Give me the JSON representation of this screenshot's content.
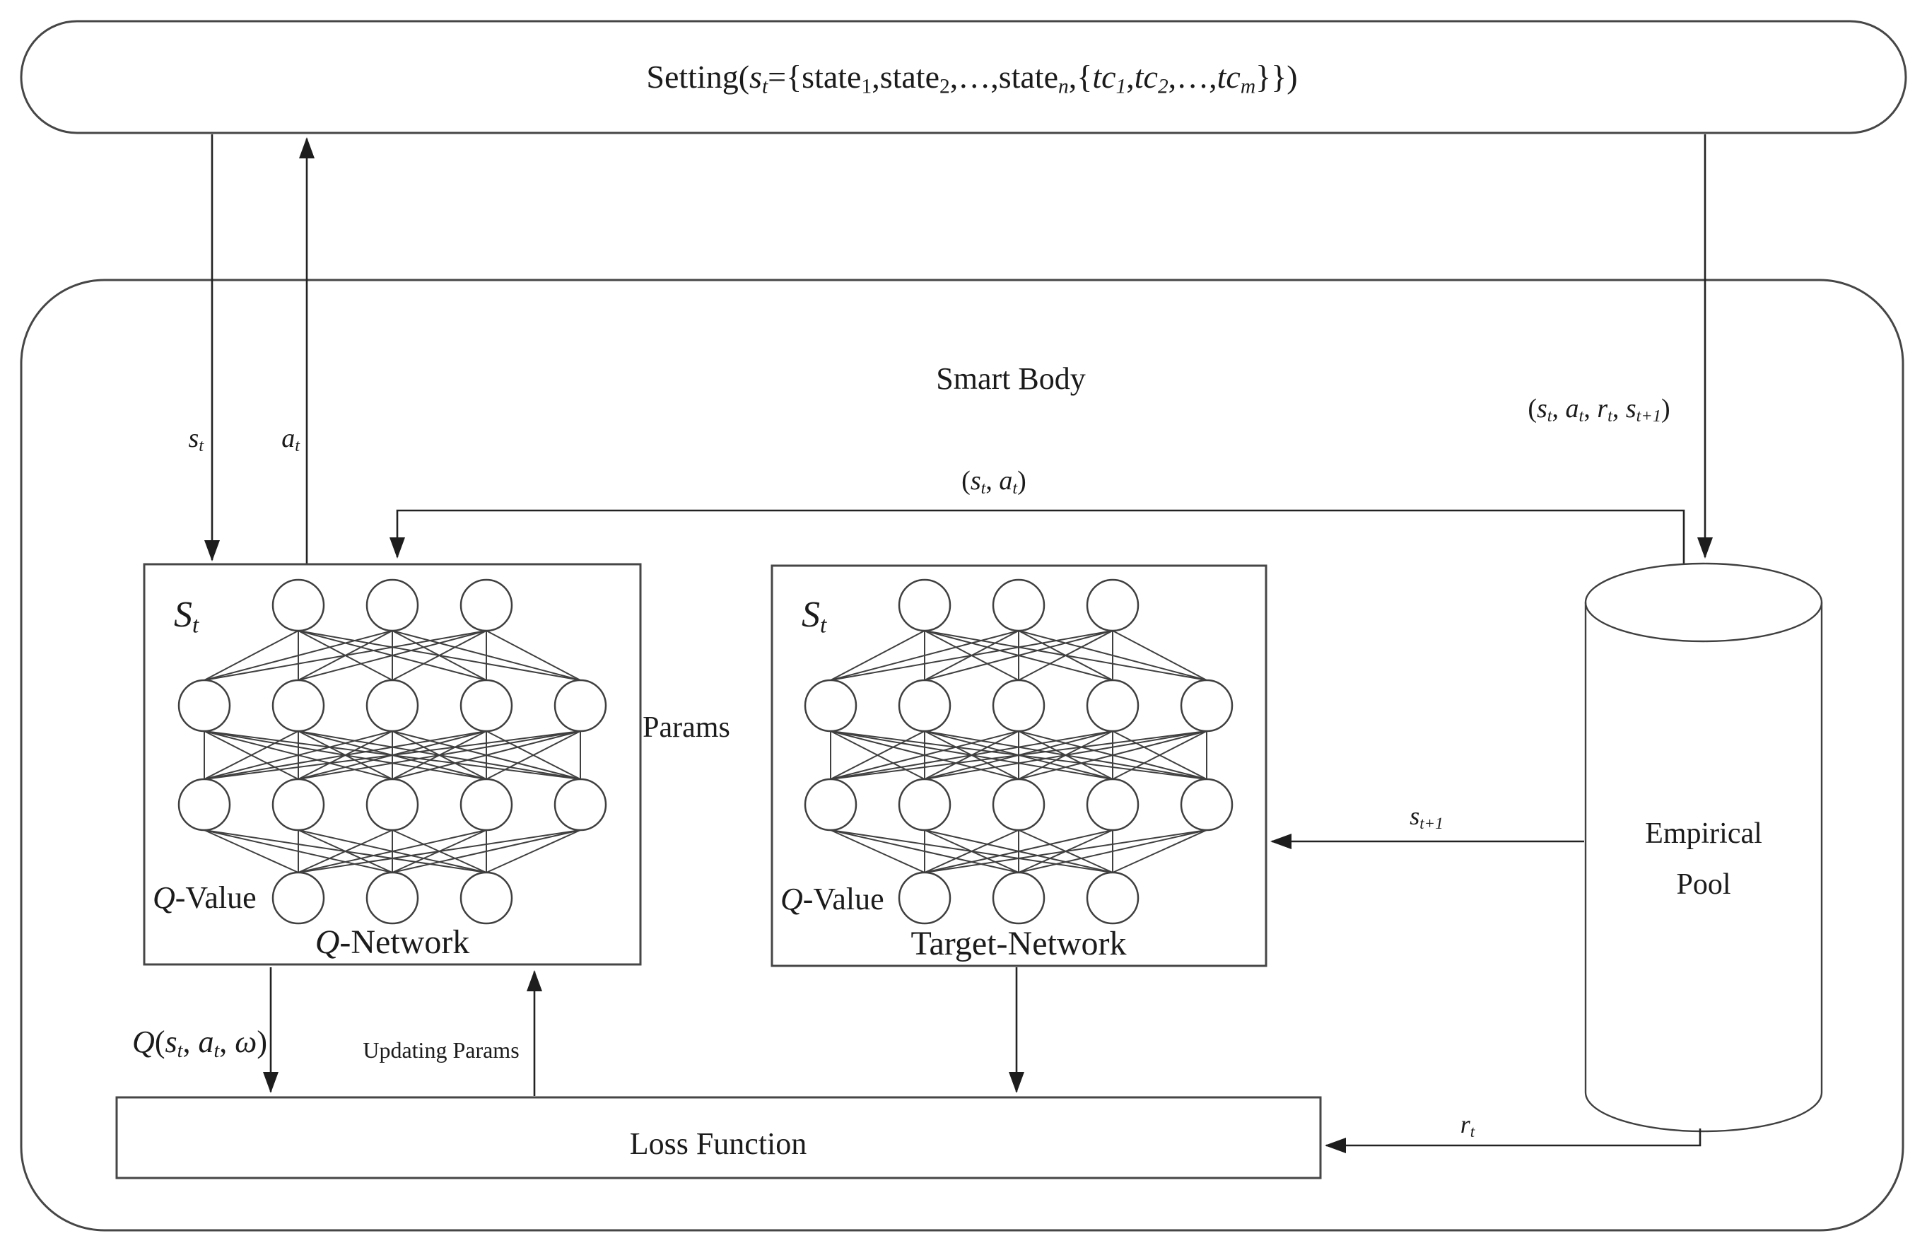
{
  "diagram": {
    "colors": {
      "line": "#3f3f3f",
      "arrow": "#222222",
      "text": "#1b1b1b",
      "background": "#ffffff"
    },
    "setting": {
      "title_rich": [
        {
          "t": "Setting("
        },
        {
          "t": "s",
          "i": 1
        },
        {
          "t": "t",
          "s": 1,
          "i": 1
        },
        {
          "t": "={state"
        },
        {
          "t": "1",
          "s": 1
        },
        {
          "t": ",state"
        },
        {
          "t": "2",
          "s": 1
        },
        {
          "t": ",…,state"
        },
        {
          "t": "n",
          "s": 1,
          "i": 1
        },
        {
          "t": ",{"
        },
        {
          "t": "tc",
          "i": 1
        },
        {
          "t": "1",
          "s": 1,
          "i": 1
        },
        {
          "t": ","
        },
        {
          "t": "tc",
          "i": 1
        },
        {
          "t": "2",
          "s": 1,
          "i": 1
        },
        {
          "t": ",…,"
        },
        {
          "t": "tc",
          "i": 1
        },
        {
          "t": "m",
          "s": 1,
          "i": 1
        },
        {
          "t": "}})"
        }
      ]
    },
    "smart_body": {
      "label": "Smart Body"
    },
    "params_label": "Params",
    "q_network": {
      "state_rich": [
        {
          "t": "S",
          "i": 1
        },
        {
          "t": "t",
          "s": 1,
          "i": 1
        }
      ],
      "qvalue_rich": [
        {
          "t": "Q",
          "i": 1
        },
        {
          "t": "-Value"
        }
      ],
      "name_rich": [
        {
          "t": "Q",
          "i": 1
        },
        {
          "t": "-Network"
        }
      ],
      "layers": [
        3,
        5,
        5,
        3
      ]
    },
    "target_network": {
      "state_rich": [
        {
          "t": "S",
          "i": 1
        },
        {
          "t": "t",
          "s": 1,
          "i": 1
        }
      ],
      "qvalue_rich": [
        {
          "t": "Q",
          "i": 1
        },
        {
          "t": "-Value"
        }
      ],
      "name": "Target-Network",
      "layers": [
        3,
        5,
        5,
        3
      ]
    },
    "empirical_pool": {
      "line1": "Empirical",
      "line2": "Pool"
    },
    "loss_function": {
      "label": "Loss Function"
    },
    "arrows": {
      "st_rich": [
        {
          "t": "s",
          "i": 1
        },
        {
          "t": "t",
          "s": 1,
          "i": 1
        }
      ],
      "at_rich": [
        {
          "t": "a",
          "i": 1
        },
        {
          "t": "t",
          "s": 1,
          "i": 1
        }
      ],
      "experience_rich": [
        {
          "t": "("
        },
        {
          "t": "s",
          "i": 1
        },
        {
          "t": "t",
          "s": 1,
          "i": 1
        },
        {
          "t": ", "
        },
        {
          "t": "a",
          "i": 1
        },
        {
          "t": "t",
          "s": 1,
          "i": 1
        },
        {
          "t": ", "
        },
        {
          "t": "r",
          "i": 1
        },
        {
          "t": "t",
          "s": 1,
          "i": 1
        },
        {
          "t": ", "
        },
        {
          "t": "s",
          "i": 1
        },
        {
          "t": "t+1",
          "s": 1,
          "i": 1
        },
        {
          "t": ")"
        }
      ],
      "st_at_rich": [
        {
          "t": "("
        },
        {
          "t": "s",
          "i": 1
        },
        {
          "t": "t",
          "s": 1,
          "i": 1
        },
        {
          "t": ", "
        },
        {
          "t": "a",
          "i": 1
        },
        {
          "t": "t",
          "s": 1,
          "i": 1
        },
        {
          "t": ")"
        }
      ],
      "st1_rich": [
        {
          "t": "s",
          "i": 1
        },
        {
          "t": "t+1",
          "s": 1,
          "i": 1
        }
      ],
      "q_output_rich": [
        {
          "t": "Q",
          "i": 1
        },
        {
          "t": "("
        },
        {
          "t": "s",
          "i": 1
        },
        {
          "t": "t",
          "s": 1,
          "i": 1
        },
        {
          "t": ", "
        },
        {
          "t": "a",
          "i": 1
        },
        {
          "t": "t",
          "s": 1,
          "i": 1
        },
        {
          "t": ", "
        },
        {
          "t": "ω",
          "i": 1
        },
        {
          "t": ")"
        }
      ],
      "updating_label": "Updating Params",
      "rt_rich": [
        {
          "t": "r",
          "i": 1
        },
        {
          "t": "t",
          "s": 1,
          "i": 1
        }
      ]
    }
  }
}
